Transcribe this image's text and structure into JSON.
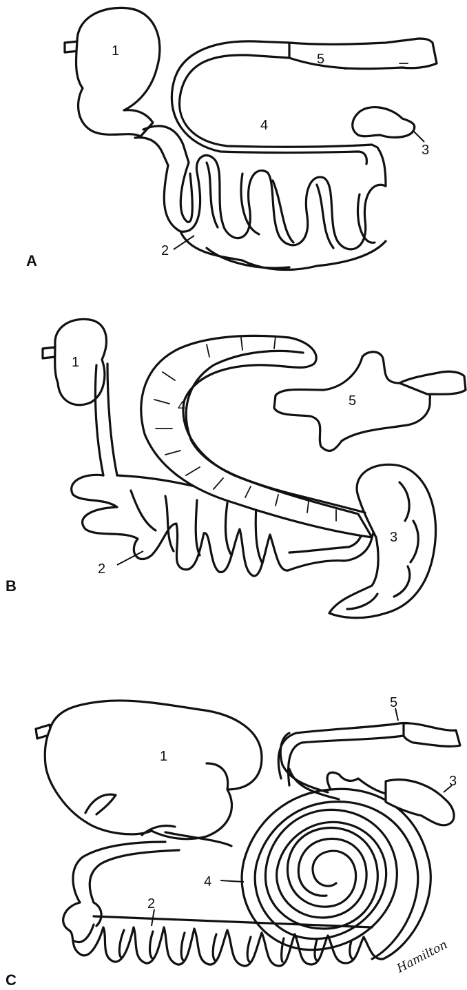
{
  "panels": [
    {
      "letter": "A",
      "labels": {
        "stomach": "1",
        "small_intestine": "2",
        "cecum": "3",
        "colon": "4",
        "rectum": "5"
      }
    },
    {
      "letter": "B",
      "labels": {
        "stomach": "1",
        "small_intestine": "2",
        "cecum": "3",
        "colon": "4",
        "rectum": "5"
      }
    },
    {
      "letter": "C",
      "labels": {
        "stomach": "1",
        "small_intestine": "2",
        "cecum": "3",
        "spiral_colon": "4",
        "rectum": "5"
      }
    }
  ],
  "signature": "Hamilton",
  "colors": {
    "ink": "#111111",
    "paper": "#ffffff"
  }
}
